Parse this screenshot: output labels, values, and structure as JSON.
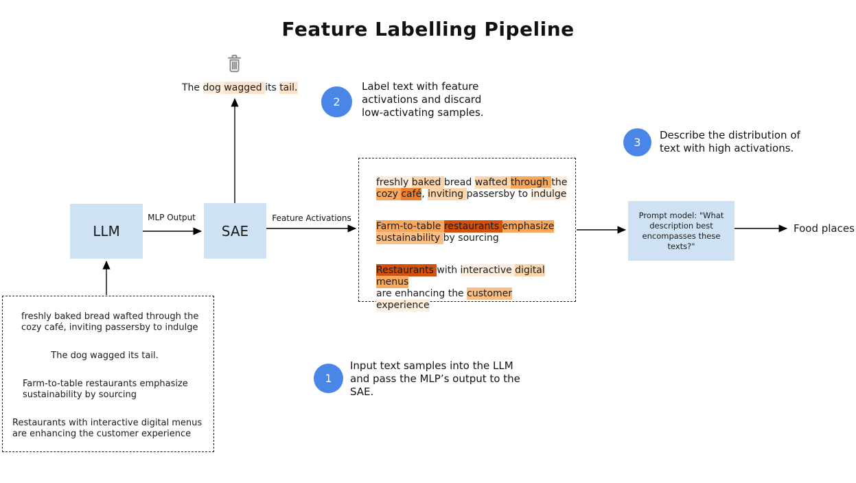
{
  "title": "Feature Labelling Pipeline",
  "accent_colors": {
    "node_fill": "#cfe2f3",
    "step_circle": "#4a86e8",
    "trash_gray": "#8a8a8a"
  },
  "highlight_colors": {
    "none": "transparent",
    "xl": "#fdeedd",
    "sl": "#fce3c9",
    "l": "#fbd5ab",
    "ml": "#fabf85",
    "m": "#f8a85c",
    "d": "#ee7e2c",
    "xd": "#d2500c"
  },
  "nodes": {
    "llm_label": "LLM",
    "sae_label": "SAE",
    "prompt_text": "Prompt model: \"What description best encompasses these texts?\"",
    "output_label": "Food places"
  },
  "edge_labels": {
    "mlp_output": "MLP Output",
    "feature_activations": "Feature Activations"
  },
  "steps": [
    {
      "num": "1",
      "text": "Input text samples into the LLM and pass the MLP’s output to the SAE."
    },
    {
      "num": "2",
      "text": "Label text with feature activations and discard low-activating samples."
    },
    {
      "num": "3",
      "text": "Describe the distribution of text with high activations."
    }
  ],
  "input_box": {
    "samples": [
      {
        "lines": [
          "freshly baked bread wafted through the",
          "cozy café, inviting passersby to indulge"
        ],
        "align": "left"
      },
      {
        "lines": [
          "The dog wagged its tail."
        ],
        "align": "center"
      },
      {
        "lines": [
          "Farm-to-table restaurants emphasize",
          "sustainability by sourcing"
        ],
        "align": "left"
      },
      {
        "lines": [
          "Restaurants with interactive digital menus",
          "are enhancing the customer experience"
        ],
        "align": "left"
      }
    ]
  },
  "discarded_sample": {
    "lines": [
      [
        [
          "The ",
          "none"
        ],
        [
          "dog ",
          "xl"
        ],
        [
          "wagged ",
          "sl"
        ],
        [
          "its ",
          "none"
        ],
        [
          "tail.",
          "sl"
        ]
      ]
    ]
  },
  "activation_box": {
    "samples": [
      {
        "lines": [
          [
            [
              "freshly ",
              "xl"
            ],
            [
              "baked ",
              "l"
            ],
            [
              "bread ",
              "none"
            ],
            [
              "wafted ",
              "l"
            ],
            [
              "through ",
              "m"
            ],
            [
              "the",
              "xl"
            ]
          ],
          [
            [
              "cozy ",
              "m"
            ],
            [
              "café",
              "d"
            ],
            [
              ", ",
              "none"
            ],
            [
              "inviting ",
              "l"
            ],
            [
              "passersby to ",
              "none"
            ],
            [
              "indulge",
              "xl"
            ]
          ]
        ]
      },
      {
        "lines": [
          [
            [
              "Farm-to-table ",
              "m"
            ],
            [
              "restaurants ",
              "xd"
            ],
            [
              "emphasize",
              "m"
            ]
          ],
          [
            [
              "sustainability ",
              "ml"
            ],
            [
              "by sourcing",
              "none"
            ]
          ]
        ]
      },
      {
        "lines": [
          [
            [
              "Restaurants ",
              "xd"
            ],
            [
              "with ",
              "none"
            ],
            [
              "interactive ",
              "xl"
            ],
            [
              "digital ",
              "l"
            ],
            [
              "menus",
              "m"
            ]
          ],
          [
            [
              "are enhancing the ",
              "none"
            ],
            [
              "customer ",
              "ml"
            ],
            [
              "experience",
              "xl"
            ]
          ]
        ]
      }
    ]
  }
}
